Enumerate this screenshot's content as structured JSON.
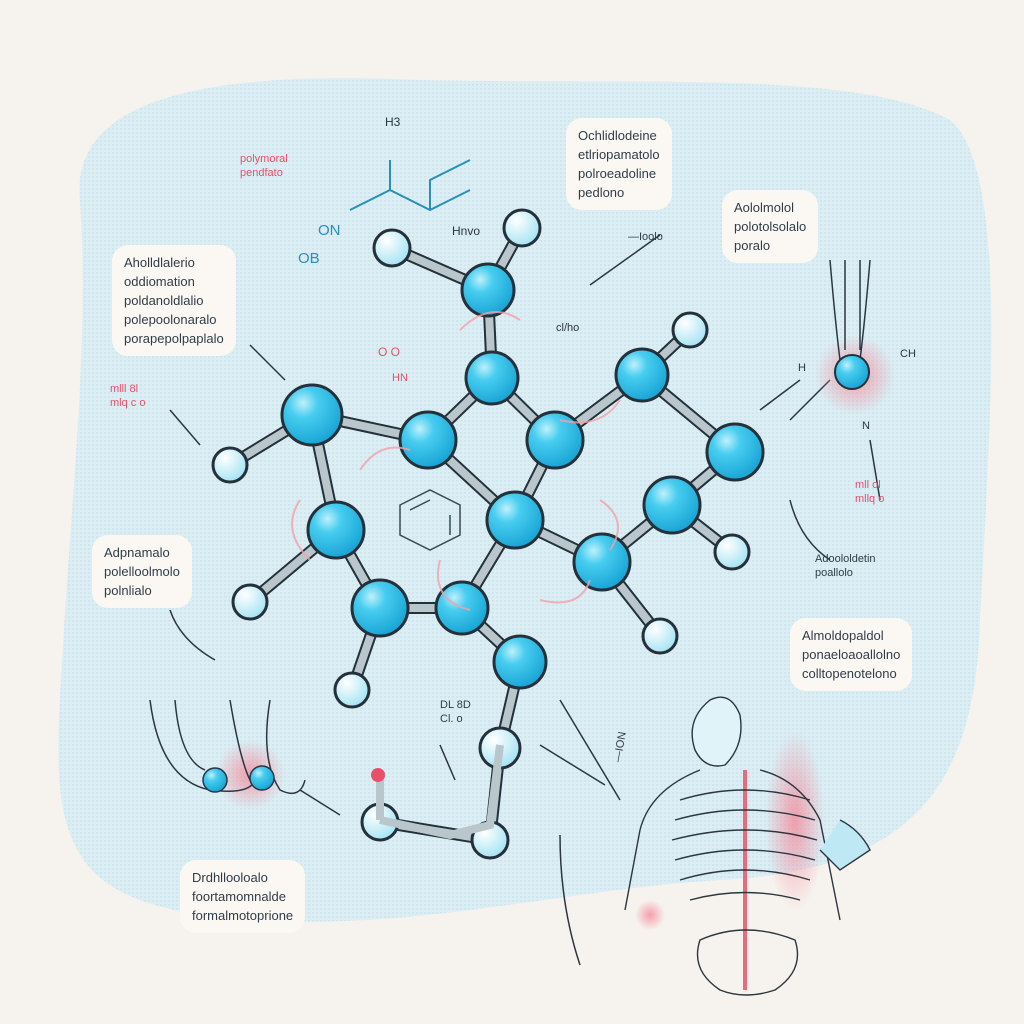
{
  "colors": {
    "background": "#f6f2ed",
    "blob": "#d9edf3",
    "atom": "#3ec5ec",
    "bond": "#b9c6cc",
    "accent_pink": "#f07a8c",
    "outline": "#24303a"
  },
  "labels": {
    "top_left_pink": [
      "polymoral",
      "pendfato"
    ],
    "top_center": [
      "Ochlidlodeine",
      "etlriopamatolo",
      "polroeadoline",
      "pedlono"
    ],
    "top_right": [
      "Aololmolol",
      "polotolsolalo",
      "poralo"
    ],
    "left_upper": [
      "Aholldlalerio",
      "oddiomation",
      "poldanoldlalio",
      "polepoolonaralo",
      "porapepolpaplalo"
    ],
    "left_pink": [
      "mlll 8l",
      "mlq c o"
    ],
    "left_lower": [
      "Adpnamalo",
      "polelloolmolo",
      "polnlialo"
    ],
    "right_pink": [
      "mll ol",
      "mllq o"
    ],
    "right_small": [
      "Adoololdetin",
      "poallolo"
    ],
    "right_lower": [
      "Almoldopaldol",
      "ponaeloaoallolno",
      "colltopenotelono"
    ],
    "bottom_left": [
      "Drdhllooloalo",
      "foortamomnalde",
      "formalmotoprione"
    ],
    "center_small": [
      "DL 8D",
      "Cl. o"
    ],
    "arrow_text_top": "—Ioolo",
    "arrow_text_bottom": "—ION"
  },
  "chem": {
    "h3": "H3",
    "on": "ON",
    "ob": "OB",
    "hnvo": "Hnvo",
    "clho": "cl/ho",
    "oh": "O O",
    "hn": "HN",
    "h_right": "H",
    "ch_right": "CH",
    "n_right": "N"
  }
}
